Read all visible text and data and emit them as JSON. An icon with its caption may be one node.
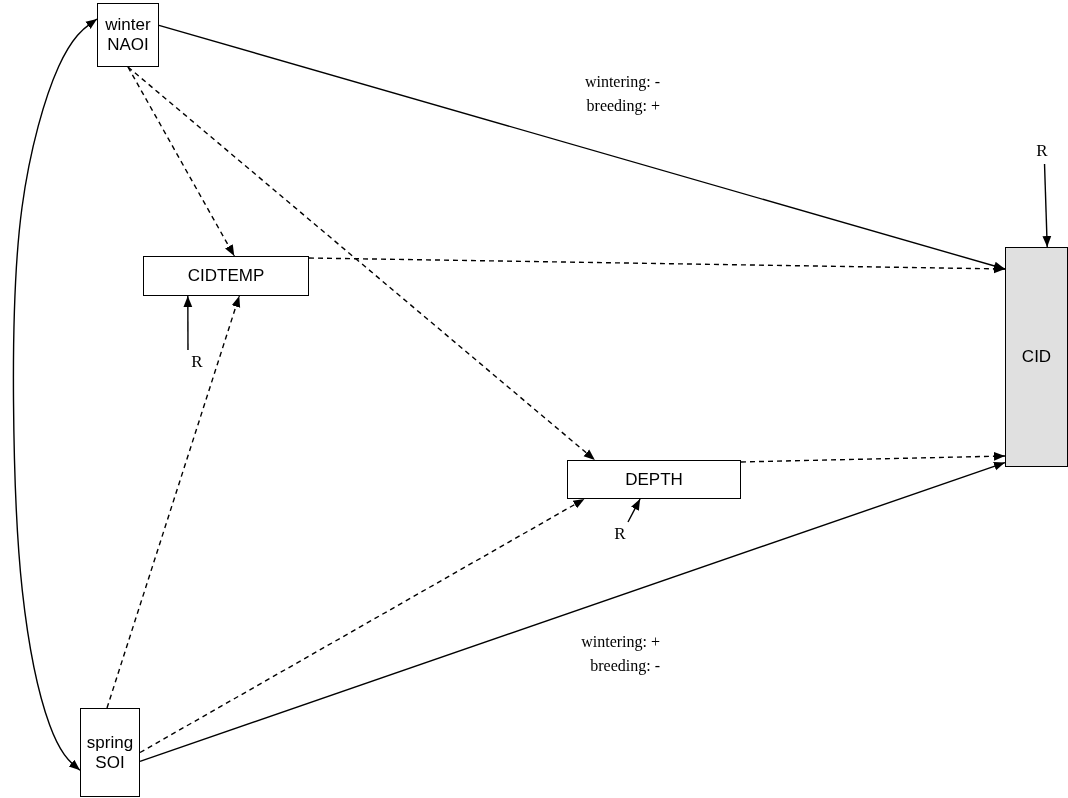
{
  "diagram": {
    "nodes": [
      {
        "text": [
          "winter NAOI"
        ]
      },
      {
        "text": [
          "CIDTEMP"
        ]
      },
      {
        "text": [
          "DEPTH"
        ]
      },
      {
        "text": [
          "CID"
        ]
      },
      {
        "text": [
          "spring SOI"
        ]
      },
      {
        "text": [
          "R"
        ]
      },
      {
        "text": [
          "R"
        ]
      },
      {
        "text": [
          "R"
        ]
      }
    ],
    "edges": [
      {
        "from": 0,
        "to": 3,
        "arrow": "to",
        "label": "wintering: - breeding: +"
      },
      {
        "from": 0,
        "to": 1,
        "arrow": "to",
        "style": "dashed"
      },
      {
        "from": 0,
        "to": 2,
        "arrow": "to",
        "style": "dashed"
      },
      {
        "from": 1,
        "to": 3,
        "arrow": "to",
        "style": "dashed"
      },
      {
        "from": 2,
        "to": 3,
        "arrow": "to",
        "style": "dashed"
      },
      {
        "from": 4,
        "to": 1,
        "arrow": "to",
        "style": "dashed"
      },
      {
        "from": 4,
        "to": 2,
        "arrow": "to",
        "style": "dashed"
      },
      {
        "from": 4,
        "to": 3,
        "arrow": "to",
        "label": "wintering: + breeding: -"
      },
      {
        "from": 0,
        "to": 4,
        "arrow": "both"
      },
      {
        "from": 5,
        "to": 3,
        "arrow": "to"
      },
      {
        "from": 6,
        "to": 1,
        "arrow": "to"
      },
      {
        "from": 7,
        "to": 2,
        "arrow": "to"
      }
    ]
  }
}
